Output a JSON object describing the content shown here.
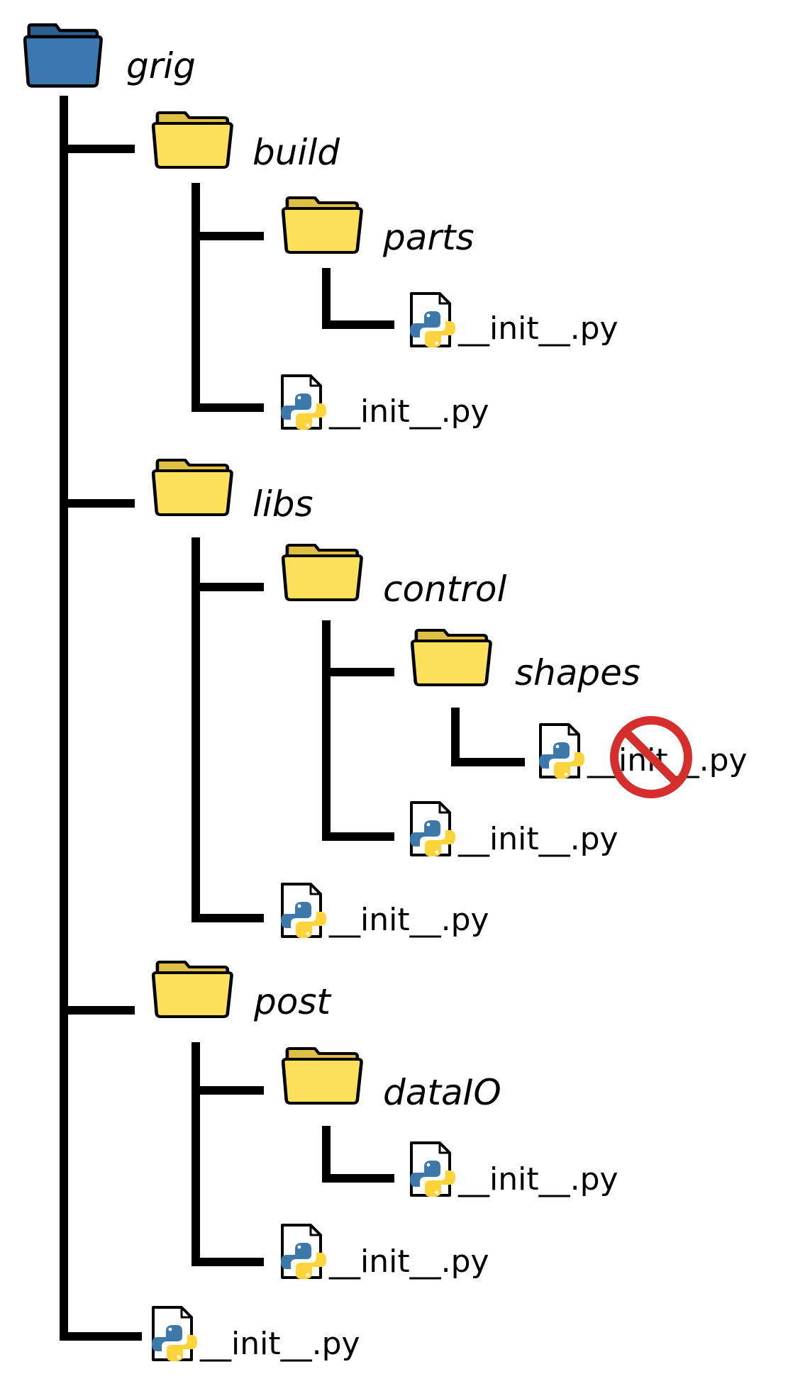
{
  "diagram": {
    "root": {
      "label": "grig",
      "icon": "folder-blue-icon"
    },
    "nodes": [
      {
        "id": "build",
        "label": "build",
        "kind": "folder",
        "parent": "grig"
      },
      {
        "id": "parts",
        "label": "parts",
        "kind": "folder",
        "parent": "build"
      },
      {
        "id": "parts-init",
        "label": "__init__.py",
        "kind": "python-file",
        "parent": "parts"
      },
      {
        "id": "build-init",
        "label": "__init__.py",
        "kind": "python-file",
        "parent": "build"
      },
      {
        "id": "libs",
        "label": "libs",
        "kind": "folder",
        "parent": "grig"
      },
      {
        "id": "control",
        "label": "control",
        "kind": "folder",
        "parent": "libs"
      },
      {
        "id": "shapes",
        "label": "shapes",
        "kind": "folder",
        "parent": "control"
      },
      {
        "id": "shapes-init",
        "label": "__init__.py",
        "kind": "python-file",
        "parent": "shapes",
        "marker": "prohibited-icon"
      },
      {
        "id": "control-init",
        "label": "__init__.py",
        "kind": "python-file",
        "parent": "control"
      },
      {
        "id": "libs-init",
        "label": "__init__.py",
        "kind": "python-file",
        "parent": "libs"
      },
      {
        "id": "post",
        "label": "post",
        "kind": "folder",
        "parent": "grig"
      },
      {
        "id": "dataIO",
        "label": "dataIO",
        "kind": "folder",
        "parent": "post"
      },
      {
        "id": "dataIO-init",
        "label": "__init__.py",
        "kind": "python-file",
        "parent": "dataIO"
      },
      {
        "id": "post-init",
        "label": "__init__.py",
        "kind": "python-file",
        "parent": "post"
      },
      {
        "id": "grig-init",
        "label": "__init__.py",
        "kind": "python-file",
        "parent": "grig"
      }
    ]
  },
  "colors": {
    "root_folder": "#3b78b0",
    "root_folder_tab": "#2d5f8e",
    "folder": "#fde05a",
    "folder_tab": "#e0c043",
    "line": "#000000",
    "python_blue": "#3c78aa",
    "python_yellow": "#ffd43b",
    "prohibited_red": "#d62d2d"
  }
}
